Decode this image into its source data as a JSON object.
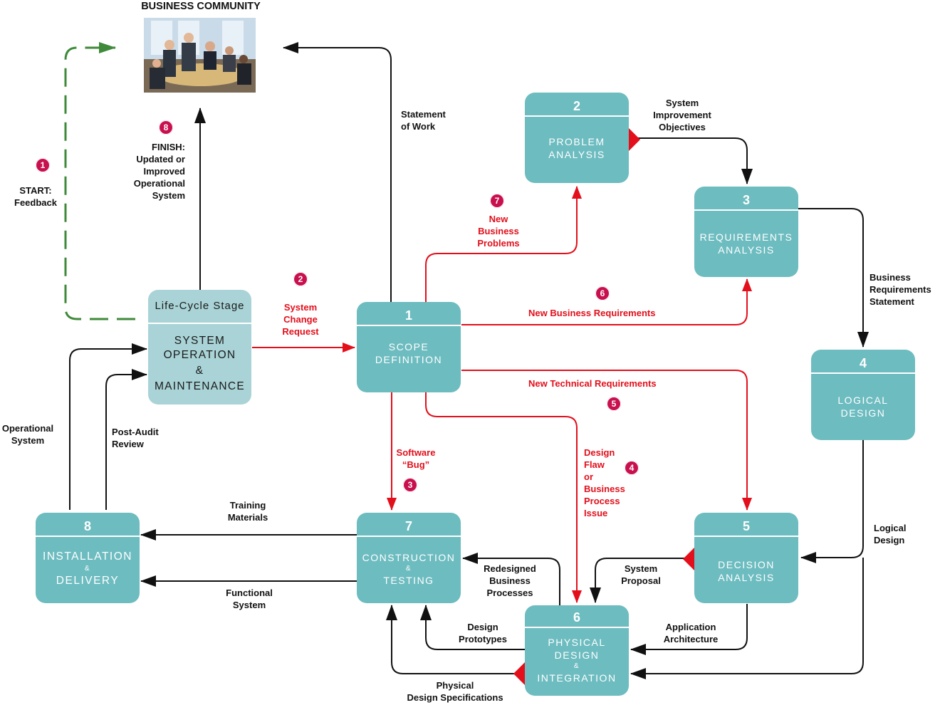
{
  "header": {
    "title": "BUSINESS COMMUNITY"
  },
  "stage": {
    "heading": "Life-Cycle Stage",
    "lines": [
      "SYSTEM",
      "OPERATION",
      "&",
      "MAINTENANCE"
    ]
  },
  "phases": [
    {
      "num": "1",
      "name": [
        "SCOPE",
        "DEFINITION"
      ]
    },
    {
      "num": "2",
      "name": [
        "PROBLEM",
        "ANALYSIS"
      ]
    },
    {
      "num": "3",
      "name": [
        "REQUIREMENTS",
        "ANALYSIS"
      ]
    },
    {
      "num": "4",
      "name": [
        "LOGICAL",
        "DESIGN"
      ]
    },
    {
      "num": "5",
      "name": [
        "DECISION",
        "ANALYSIS"
      ]
    },
    {
      "num": "6",
      "name": [
        "PHYSICAL",
        "DESIGN",
        "&",
        "INTEGRATION"
      ]
    },
    {
      "num": "7",
      "name": [
        "CONSTRUCTION",
        "&",
        "TESTING"
      ]
    },
    {
      "num": "8",
      "name": [
        "INSTALLATION",
        "&",
        "DELIVERY"
      ]
    }
  ],
  "badges": [
    "1",
    "2",
    "3",
    "4",
    "5",
    "6",
    "7",
    "8"
  ],
  "labels": {
    "start": [
      "START:",
      "Feedback"
    ],
    "finish": [
      "FINISH:",
      "Updated or",
      "Improved",
      "Operational",
      "System"
    ],
    "statement_of_work": [
      "Statement",
      "of Work"
    ],
    "system_improvement": [
      "System",
      "Improvement",
      "Objectives"
    ],
    "system_change": [
      "System",
      "Change",
      "Request"
    ],
    "new_business_problems": [
      "New",
      "Business",
      "Problems"
    ],
    "new_business_requirements": "New Business Requirements",
    "new_technical_requirements": "New Technical Requirements",
    "business_requirements_statement": [
      "Business",
      "Requirements",
      "Statement"
    ],
    "software_bug": [
      "Software",
      "“Bug”"
    ],
    "design_flaw": [
      "Design",
      "Flaw",
      "or",
      "Business",
      "Process",
      "Issue"
    ],
    "operational_system": [
      "Operational",
      "System"
    ],
    "post_audit": [
      "Post-Audit",
      "Review"
    ],
    "training_materials": [
      "Training",
      "Materials"
    ],
    "functional_system": [
      "Functional",
      "System"
    ],
    "redesigned": [
      "Redesigned",
      "Business",
      "Processes"
    ],
    "system_proposal": [
      "System",
      "Proposal"
    ],
    "logical_design": [
      "Logical",
      "Design"
    ],
    "design_prototypes": [
      "Design",
      "Prototypes"
    ],
    "application_architecture": [
      "Application",
      "Architecture"
    ],
    "physical_specs": [
      "Physical",
      "Design Specifications"
    ]
  },
  "colors": {
    "box": "#6dbcc0",
    "stage": "#a9d3d6",
    "red": "#e30f1b",
    "badge": "#c8104e",
    "feedback": "#3f8a3a"
  }
}
